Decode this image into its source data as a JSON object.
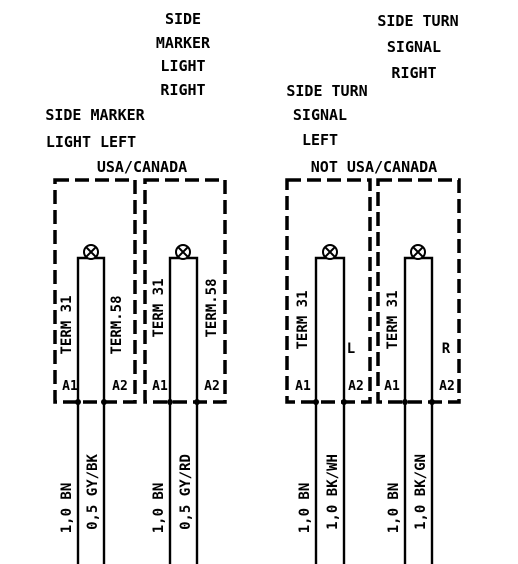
{
  "labels": {
    "side_marker_right": [
      "SIDE",
      "MARKER",
      "LIGHT",
      "RIGHT"
    ],
    "side_turn_right": [
      "SIDE TURN",
      "SIGNAL",
      "RIGHT"
    ],
    "side_turn_left": [
      "SIDE TURN",
      "SIGNAL",
      "LEFT"
    ],
    "side_marker_left": [
      "SIDE MARKER",
      "LIGHT LEFT"
    ],
    "usa_canada_left": "USA/CANADA",
    "not_usa_canada": "NOT  USA/CANADA"
  },
  "components": [
    {
      "term_a": "TERM 31",
      "term_b": "TERM.58",
      "pin_a": "A1",
      "pin_b": "A2",
      "wire_a": "1,0 BN",
      "wire_b": "0,5 GY/BK",
      "side": ""
    },
    {
      "term_a": "TERM 31",
      "term_b": "TERM.58",
      "pin_a": "A1",
      "pin_b": "A2",
      "wire_a": "1,0 BN",
      "wire_b": "0,5 GY/RD",
      "side": ""
    },
    {
      "term_a": "TERM 31",
      "term_b": "",
      "pin_a": "A1",
      "pin_b": "A2",
      "wire_a": "1,0 BN",
      "wire_b": "1,0 BK/WH",
      "side": "L"
    },
    {
      "term_a": "TERM 31",
      "term_b": "",
      "pin_a": "A1",
      "pin_b": "A2",
      "wire_a": "1,0 BN",
      "wire_b": "1,0 BK/GN",
      "side": "R"
    }
  ]
}
